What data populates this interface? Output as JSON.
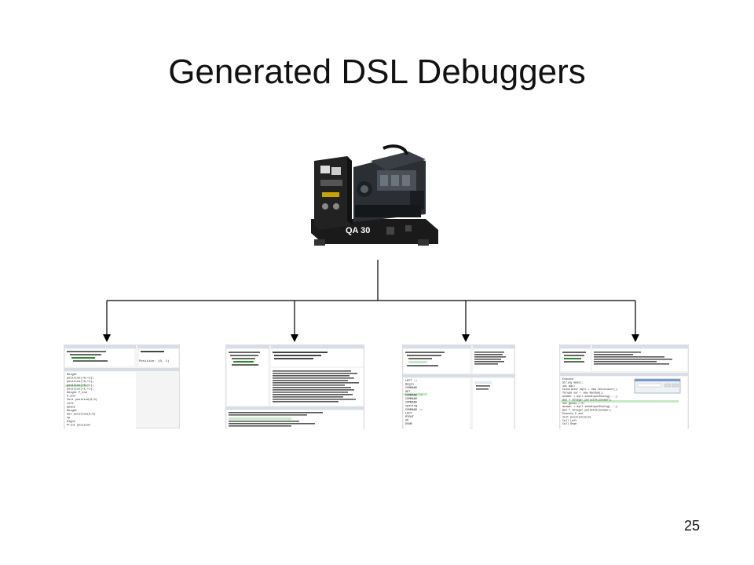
{
  "slide": {
    "title": "Generated DSL Debuggers",
    "page_number": "25"
  },
  "generator_image": {
    "icon": "diesel-generator-image",
    "model_label": "QA 30"
  },
  "screenshots": [
    {
      "icon": "debugger-screenshot-1",
      "editor_lines": [
        "Height",
        "position(+0,+1);",
        "position(+0,+1);",
        "position(+0,+1);",
        "position(+1,+1);",
        "Height P_end",
        "P_end",
        "Init position(0,0)",
        "Left",
        "Space",
        "Height",
        "Set position(0,0)",
        "up",
        "Right",
        "Print position"
      ],
      "variables_value": "Position: (0, 1)"
    },
    {
      "icon": "debugger-screenshot-2"
    },
    {
      "icon": "debugger-screenshot-3",
      "editor_lines": [
        "LEFT :=",
        "Begin",
        "COMMAND",
        "SET",
        "COMMAND :=",
        "COMMAND",
        "COMMAND",
        "spacing",
        "COMMAND :=",
        "LEFT",
        "RIGHT",
        "UP",
        "DOWN"
      ]
    },
    {
      "icon": "debugger-screenshot-4",
      "editor_lines": [
        "Execute",
        "String model;",
        "int max;",
        "Calculator myCl = new Calculator();",
        "Thread var = new Random();",
        "answer = myCl.showInputDialog(...);",
        "max = Integer.parseInt(answer);",
        "int guess = 0;",
        "answer = myCl.showInputDialog(...);",
        "max = Integer.parseInt(answer);",
        "Execute P_end",
        "Init position(0,0)",
        "Call Left",
        "Call Down"
      ]
    }
  ]
}
